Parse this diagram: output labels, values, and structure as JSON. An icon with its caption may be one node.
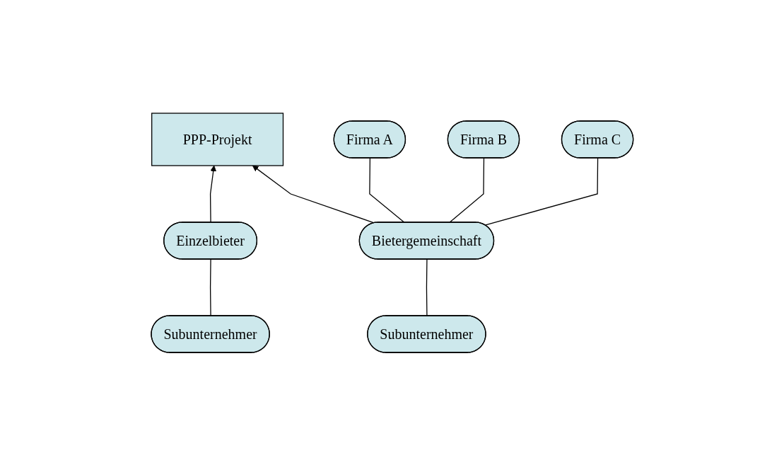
{
  "diagram": {
    "nodes": [
      {
        "text": [
          "PPP-Projekt"
        ]
      },
      {
        "text": [
          "Einzelbieter"
        ]
      },
      {
        "text": [
          "Bietergemeinschaft"
        ]
      },
      {
        "text": [
          "Firma A"
        ]
      },
      {
        "text": [
          "Firma B"
        ]
      },
      {
        "text": [
          "Firma C"
        ]
      },
      {
        "text": [
          "Subunternehmer"
        ]
      },
      {
        "text": [
          "Subunternehmer"
        ]
      }
    ],
    "edges": [
      {
        "from": 1,
        "to": 0,
        "arrow": "to"
      },
      {
        "from": 2,
        "to": 0,
        "arrow": "to"
      },
      {
        "from": 2,
        "to": 3,
        "arrow": "none"
      },
      {
        "from": 2,
        "to": 4,
        "arrow": "none"
      },
      {
        "from": 2,
        "to": 5,
        "arrow": "none"
      },
      {
        "from": 1,
        "to": 6,
        "arrow": "none"
      },
      {
        "from": 2,
        "to": 7,
        "arrow": "none"
      }
    ]
  }
}
